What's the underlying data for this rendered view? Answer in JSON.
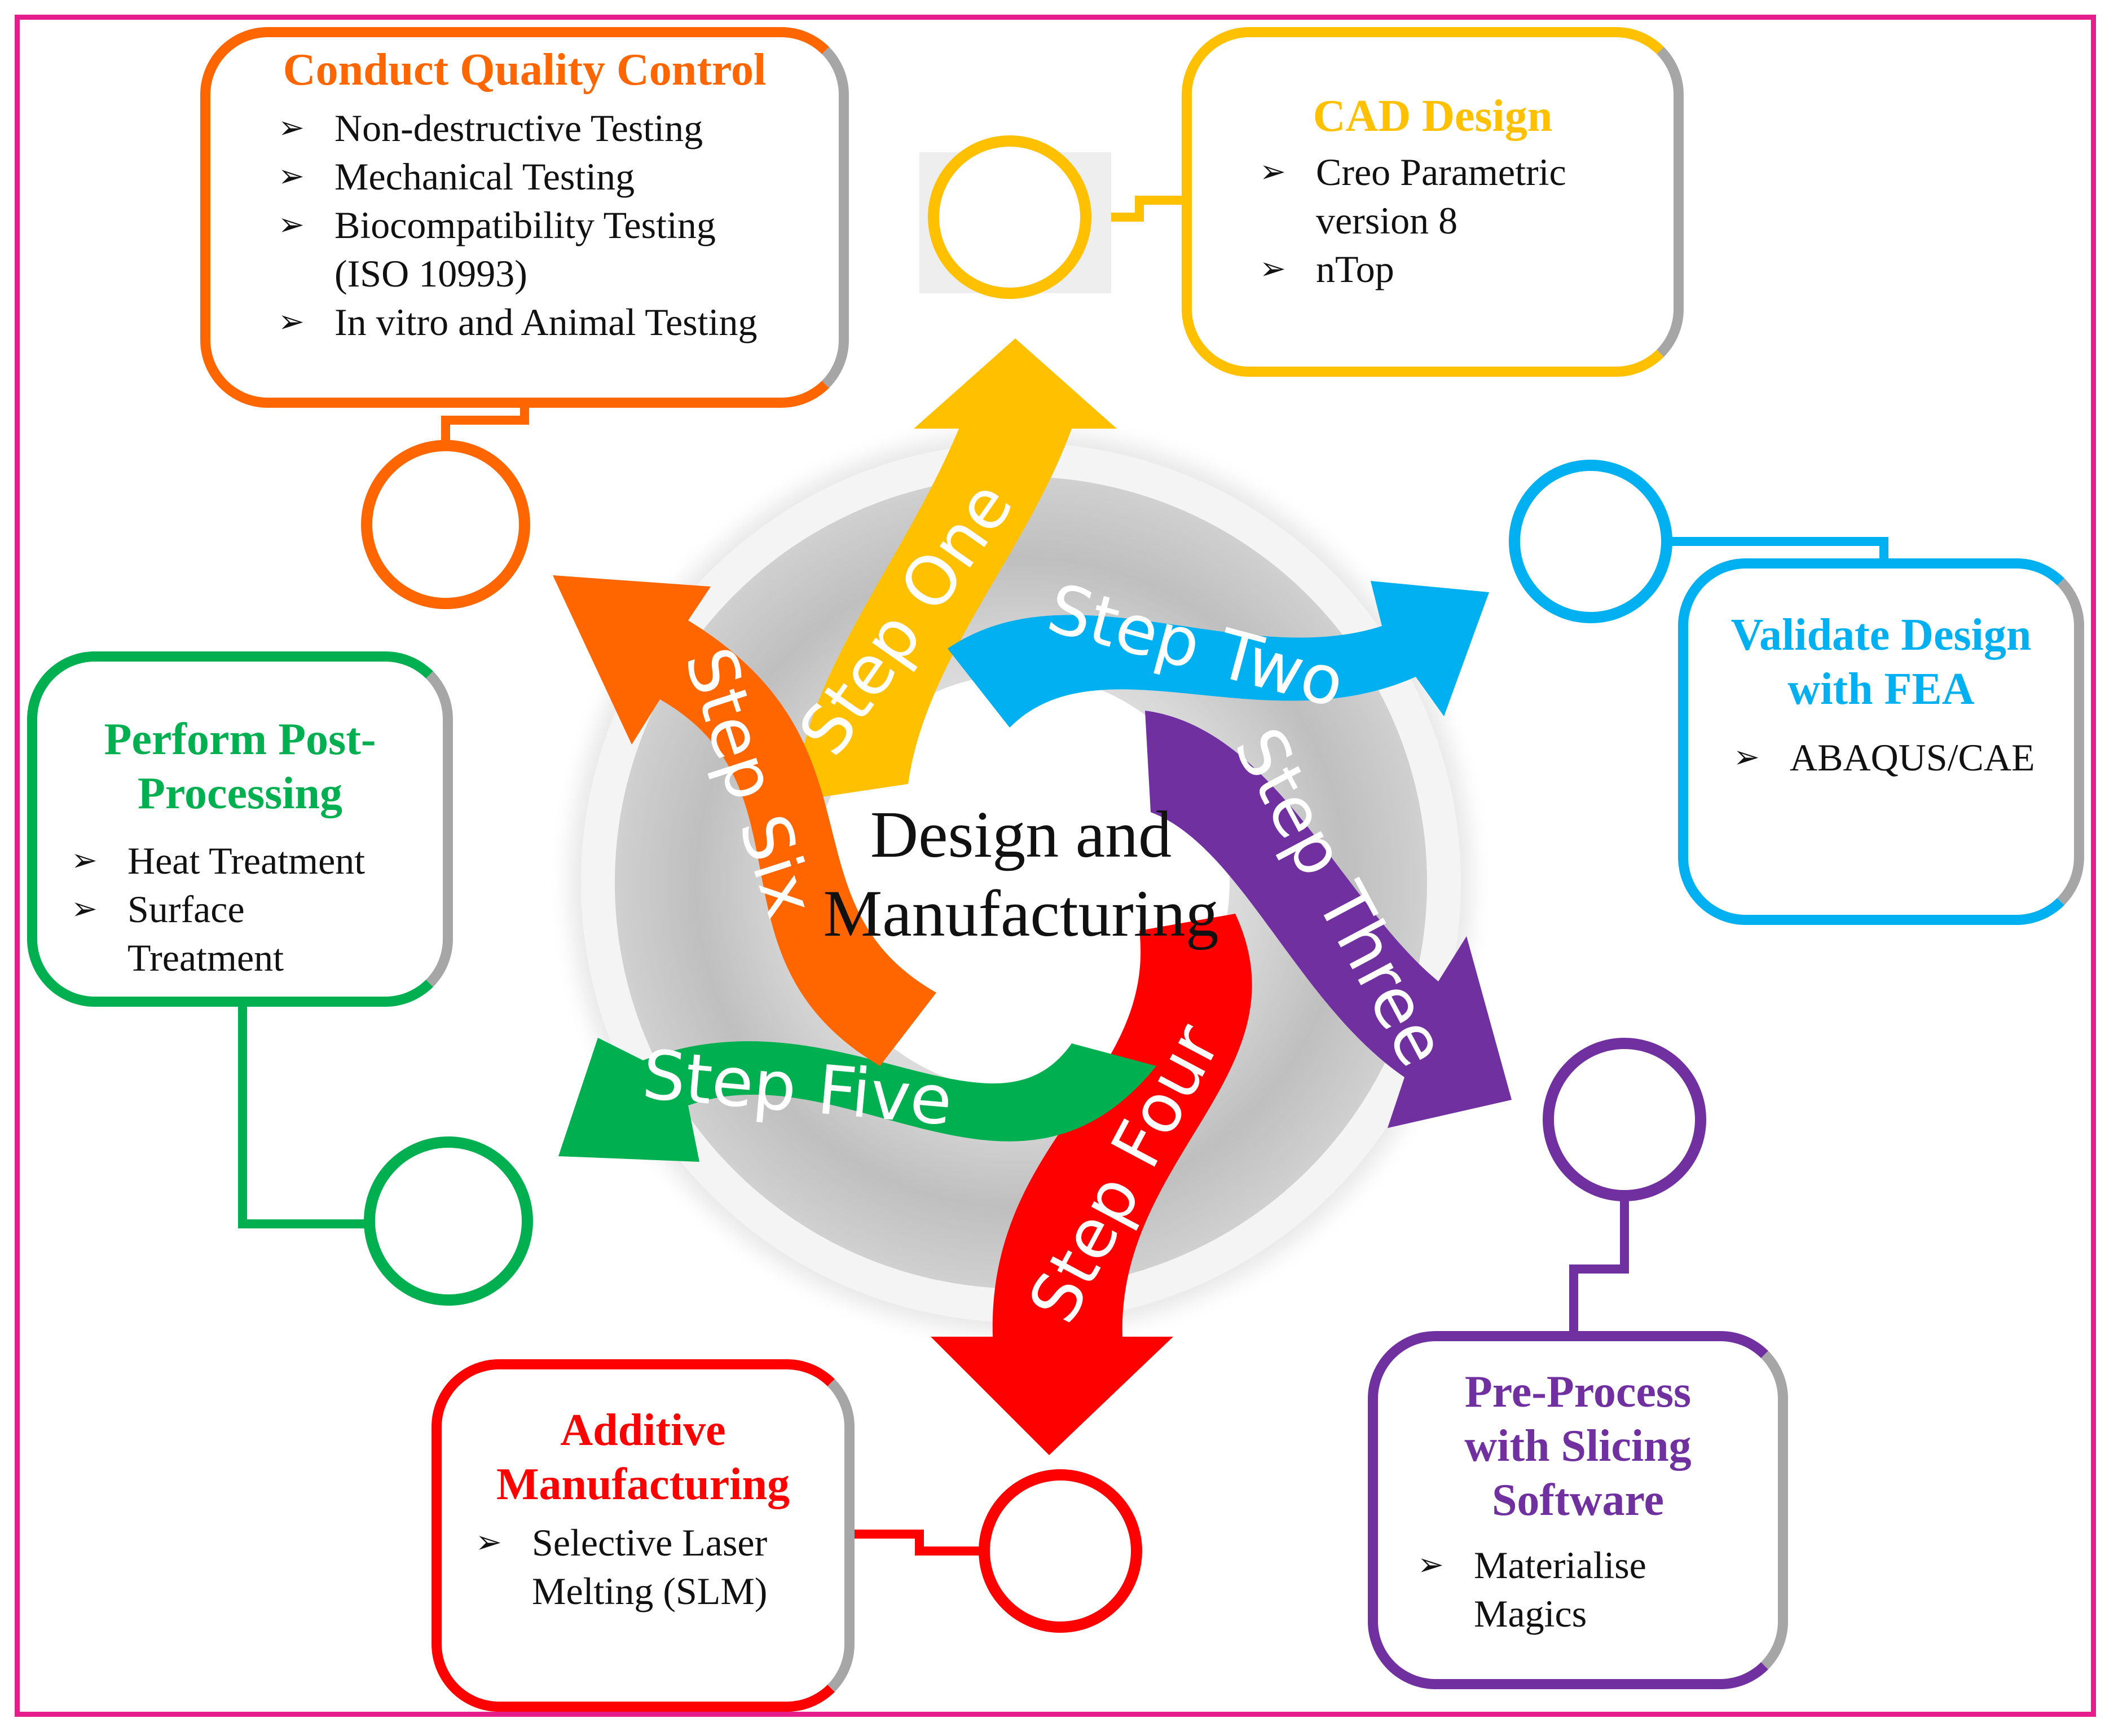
{
  "center": {
    "line1": "Design and",
    "line2": "Manufacturing"
  },
  "steps": [
    {
      "label": "Step One",
      "color": "#ffc000"
    },
    {
      "label": "Step Two",
      "color": "#00b0f0"
    },
    {
      "label": "Step Three",
      "color": "#7030a0"
    },
    {
      "label": "Step Four",
      "color": "#ff0000"
    },
    {
      "label": "Step Five",
      "color": "#00b050"
    },
    {
      "label": "Step Six",
      "color": "#ff6600"
    }
  ],
  "boxes": {
    "cad": {
      "title": "CAD Design",
      "color": "#ffc000",
      "items": [
        "Creo Parametric version 8",
        "nTop"
      ]
    },
    "fea": {
      "title_line1": "Validate Design",
      "title_line2": "with FEA",
      "color": "#00b0f0",
      "items": [
        "ABAQUS/CAE"
      ]
    },
    "slicing": {
      "title_line1": "Pre-Process",
      "title_line2": "with Slicing",
      "title_line3": "Software",
      "color": "#7030a0",
      "items": [
        "Materialise Magics"
      ]
    },
    "additive": {
      "title_line1": "Additive",
      "title_line2": "Manufacturing",
      "color": "#ff0000",
      "items": [
        "Selective Laser Melting (SLM)"
      ]
    },
    "post": {
      "title_line1": "Perform Post-",
      "title_line2": "Processing",
      "color": "#00b050",
      "items": [
        "Heat Treatment",
        "Surface Treatment"
      ]
    },
    "quality": {
      "title": "Conduct Quality Control",
      "color": "#ff6600",
      "items": [
        "Non-destructive Testing",
        "Mechanical Testing",
        "Biocompatibility Testing (ISO 10993)",
        "In vitro and Animal Testing"
      ]
    }
  },
  "bullet_glyph": "➢"
}
